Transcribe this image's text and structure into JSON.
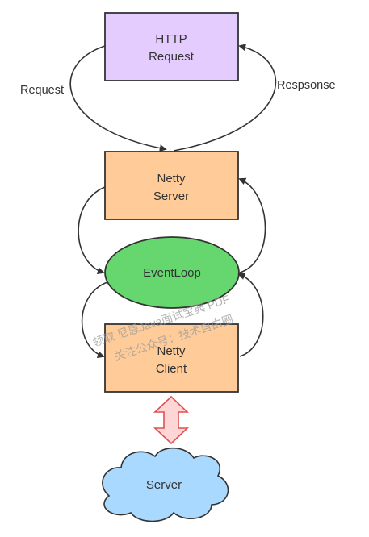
{
  "nodes": {
    "http_request": {
      "lines": [
        "HTTP",
        "Request"
      ],
      "fill": "#e5ccff",
      "stroke": "#333333"
    },
    "netty_server": {
      "lines": [
        "Netty",
        "Server"
      ],
      "fill": "#ffcc99",
      "stroke": "#333333"
    },
    "event_loop": {
      "label": "EventLoop",
      "fill": "#66d66f",
      "stroke": "#333333"
    },
    "netty_client": {
      "lines": [
        "Netty",
        "Client"
      ],
      "fill": "#ffcc99",
      "stroke": "#333333"
    },
    "server": {
      "label": "Server",
      "fill": "#a9d9ff",
      "stroke": "#333333"
    }
  },
  "edges": {
    "request_label": "Request",
    "response_label": "Respsonse"
  },
  "connector": {
    "fill": "#ffd6d6",
    "stroke": "#e05050"
  },
  "watermark": {
    "line1": "领取 尼恩Java面试宝典 PDF",
    "line2": "关注公众号：技术自由圈"
  }
}
